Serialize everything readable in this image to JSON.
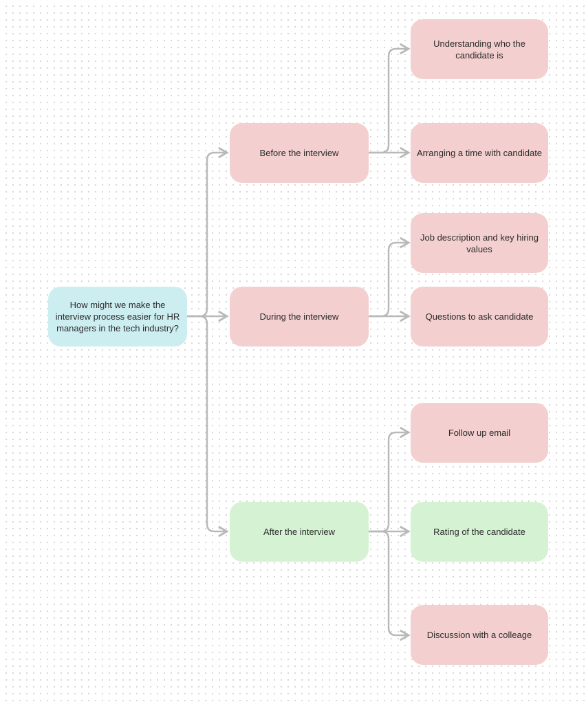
{
  "colors": {
    "root_fill": "#cdeef1",
    "pink_fill": "#f3cfcf",
    "green_fill": "#d5f3d3",
    "connector": "#b9b9b9"
  },
  "root": {
    "label": "How might we make the interview process easier for HR managers in the tech industry?"
  },
  "stages": [
    {
      "label": "Before the interview",
      "children": [
        "Understanding who the candidate is",
        "Arranging a time with candidate"
      ]
    },
    {
      "label": "During the interview",
      "children": [
        "Job description and key hiring values",
        "Questions to ask candidate"
      ]
    },
    {
      "label": "After the interview",
      "children": [
        "Follow up email",
        "Rating of the candidate",
        "Discussion with a colleage"
      ]
    }
  ]
}
